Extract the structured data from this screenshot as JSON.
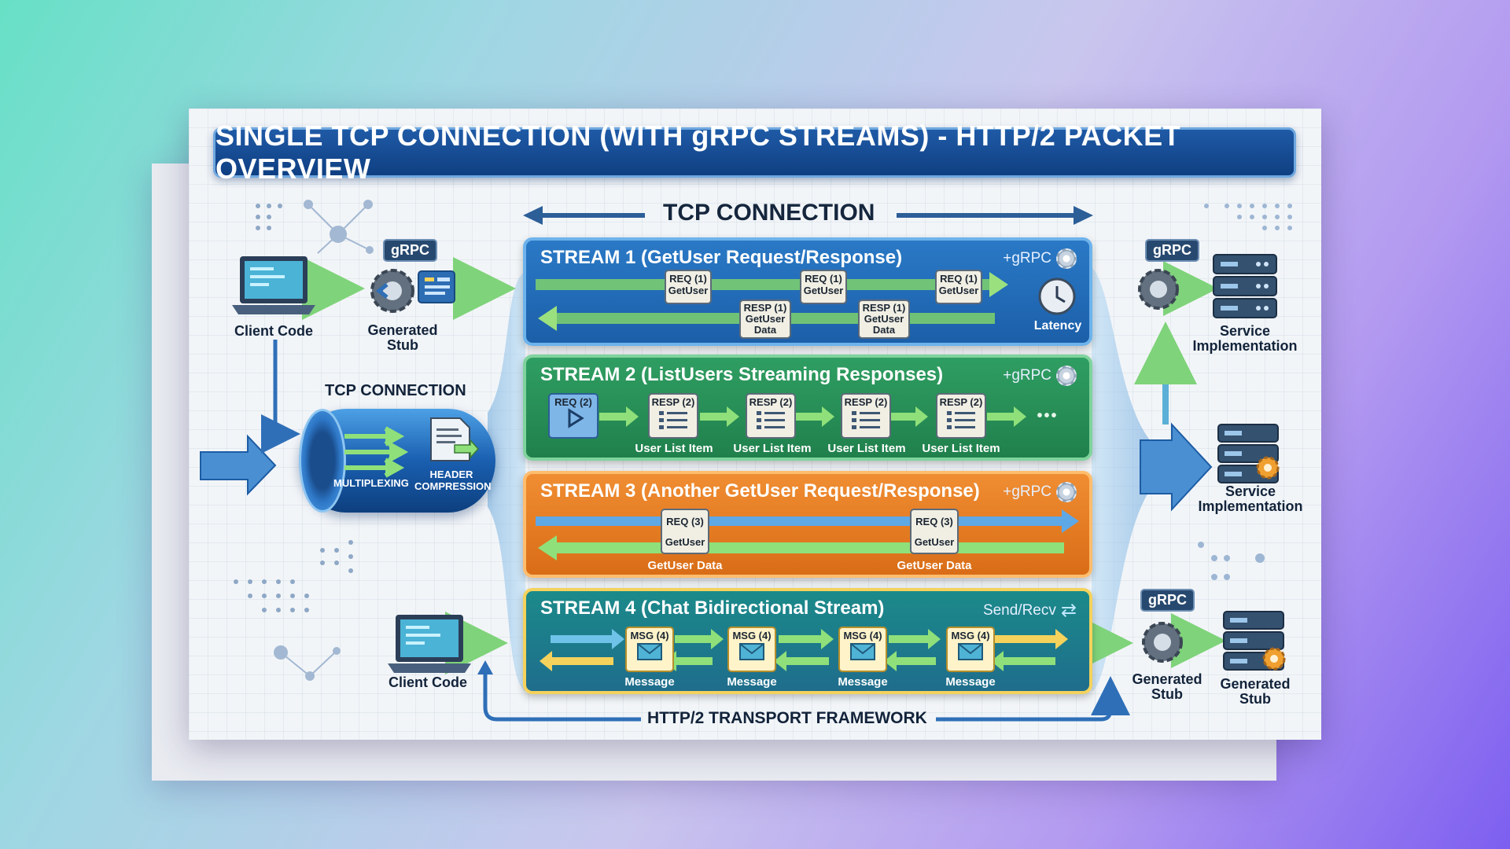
{
  "title": "SINGLE TCP CONNECTION (WITH gRPC STREAMS) - HTTP/2 PACKET OVERVIEW",
  "tcp_connection_top": "TCP CONNECTION",
  "tcp_connection_left": "TCP CONNECTION",
  "footer": "HTTP/2 TRANSPORT FRAMEWORK",
  "client_top": "Client Code",
  "client_bottom": "Client Code",
  "stub_left": "Generated Stub",
  "grpc_tag": "gRPC",
  "multiplexing": "MULTIPLEXING",
  "header_compression": "HEADER COMPRESSION",
  "right": {
    "service_top": "Service Implementation",
    "service_mid": "Service Implementation",
    "stub_bottom": "Generated Stub",
    "stub_bottom2": "Generated Stub"
  },
  "streams": [
    {
      "title": "STREAM 1 (GetUser Request/Response)",
      "badge": "+gRPC",
      "req": [
        "REQ (1)",
        "GetUser"
      ],
      "resp": [
        "RESP (1)",
        "GetUser",
        "Data"
      ],
      "latency": "Latency"
    },
    {
      "title": "STREAM 2 (ListUsers Streaming Responses)",
      "badge": "+gRPC",
      "req": "REQ (2)",
      "resp": "RESP (2)",
      "item": "User List Item",
      "ellipsis": "•••"
    },
    {
      "title": "STREAM 3 (Another GetUser Request/Response)",
      "badge": "+gRPC",
      "req": [
        "REQ (3)",
        "GetUser"
      ],
      "data": "GetUser Data"
    },
    {
      "title": "STREAM 4 (Chat Bidirectional Stream)",
      "badge": "Send/Recv",
      "msg": "MSG (4)",
      "label": "Message"
    }
  ],
  "colors": {
    "title_bg": "#144a92",
    "stream1": "#2170bd",
    "stream2": "#28915a",
    "stream3": "#e57d24",
    "stream4": "#1c7c8c"
  },
  "icons": [
    "laptop-icon",
    "gear-icon",
    "server-icon",
    "clock-icon",
    "envelope-icon",
    "list-icon",
    "play-icon",
    "document-icon",
    "swap-icon"
  ]
}
